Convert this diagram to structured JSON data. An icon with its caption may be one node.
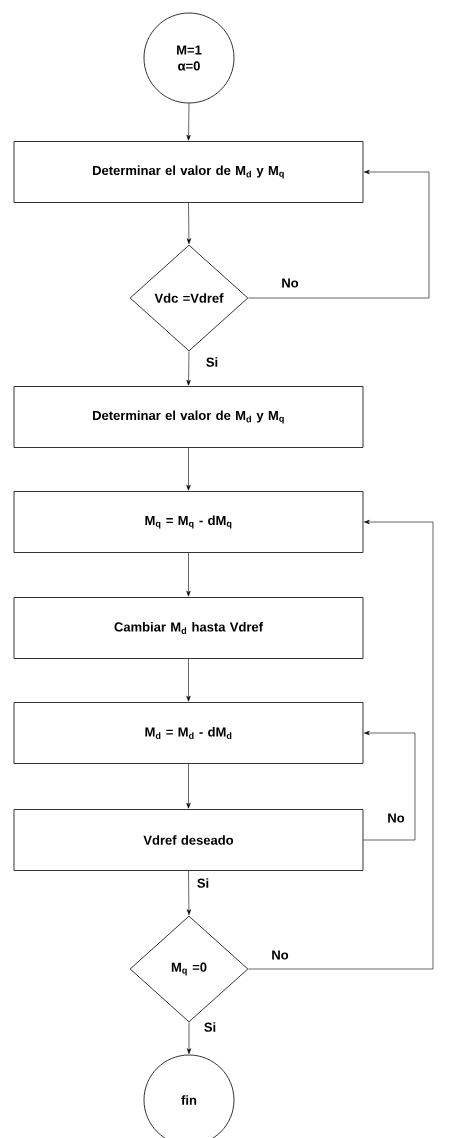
{
  "diagram": {
    "nodes": [
      {
        "text": [
          "M=1",
          "α=0"
        ]
      },
      {
        "text": [
          "Determinar el valor de M$_{d}$  y M$_{q}$"
        ]
      },
      {
        "text": [
          "Vdc =Vdref"
        ]
      },
      {
        "text": [
          "Determinar el valor de M$_{d}$  y M$_{q}$"
        ]
      },
      {
        "text": [
          "M$_{q}$  = M$_{q}$ - dM$_{q}$"
        ]
      },
      {
        "text": [
          "Cambiar M$_{d}$  hasta Vdref"
        ]
      },
      {
        "text": [
          "M$_{d}$  = M$_{d}$ - dM$_{d}$"
        ]
      },
      {
        "text": [
          "Vdref deseado"
        ]
      },
      {
        "text": [
          "M$_{q}$ =0"
        ]
      },
      {
        "text": [
          "fin"
        ]
      }
    ],
    "edges": [
      {
        "from": 0,
        "to": 1,
        "arrow": "to"
      },
      {
        "from": 1,
        "to": 2,
        "arrow": "to"
      },
      {
        "from": 2,
        "to": 1,
        "arrow": "to",
        "label": "No"
      },
      {
        "from": 2,
        "to": 3,
        "arrow": "to",
        "label": "Si"
      },
      {
        "from": 3,
        "to": 4,
        "arrow": "to"
      },
      {
        "from": 4,
        "to": 5,
        "arrow": "to"
      },
      {
        "from": 5,
        "to": 6,
        "arrow": "to"
      },
      {
        "from": 6,
        "to": 7,
        "arrow": "to"
      },
      {
        "from": 7,
        "to": 6,
        "arrow": "to",
        "label": "No"
      },
      {
        "from": 7,
        "to": 8,
        "arrow": "to",
        "label": "Si"
      },
      {
        "from": 8,
        "to": 4,
        "arrow": "to",
        "label": "No"
      },
      {
        "from": 8,
        "to": 9,
        "arrow": "to",
        "label": "Si"
      }
    ]
  }
}
